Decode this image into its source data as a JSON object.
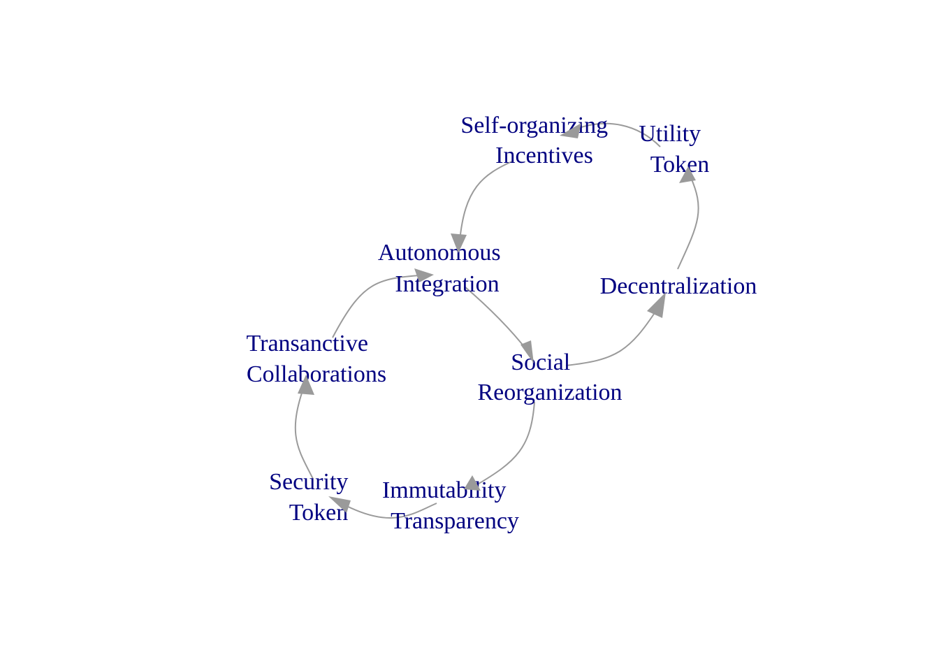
{
  "diagram": {
    "nodes": {
      "self_organizing": {
        "line1": "Self-organizing",
        "line2": "Incentives"
      },
      "utility": {
        "line1": "Utility",
        "line2": "Token"
      },
      "autonomous": {
        "line1": "Autonomous",
        "line2": "Integration"
      },
      "decentralization": {
        "line1": "Decentralization"
      },
      "transanctive": {
        "line1": "Transanctive",
        "line2": "Collaborations"
      },
      "social": {
        "line1": "Social",
        "line2": "Reorganization"
      },
      "security": {
        "line1": "Security",
        "line2": "Token"
      },
      "immutability": {
        "line1": "Immutability",
        "line2": "Transparency"
      }
    },
    "edges": [
      {
        "from": "utility",
        "to": "self_organizing"
      },
      {
        "from": "self_organizing",
        "to": "autonomous"
      },
      {
        "from": "autonomous",
        "to": "social"
      },
      {
        "from": "social",
        "to": "decentralization"
      },
      {
        "from": "decentralization",
        "to": "utility"
      },
      {
        "from": "social",
        "to": "immutability"
      },
      {
        "from": "immutability",
        "to": "security"
      },
      {
        "from": "security",
        "to": "transanctive"
      },
      {
        "from": "transanctive",
        "to": "autonomous"
      }
    ],
    "colors": {
      "edge": "#9a9a9a",
      "label": "#000080",
      "background": "#ffffff"
    }
  }
}
